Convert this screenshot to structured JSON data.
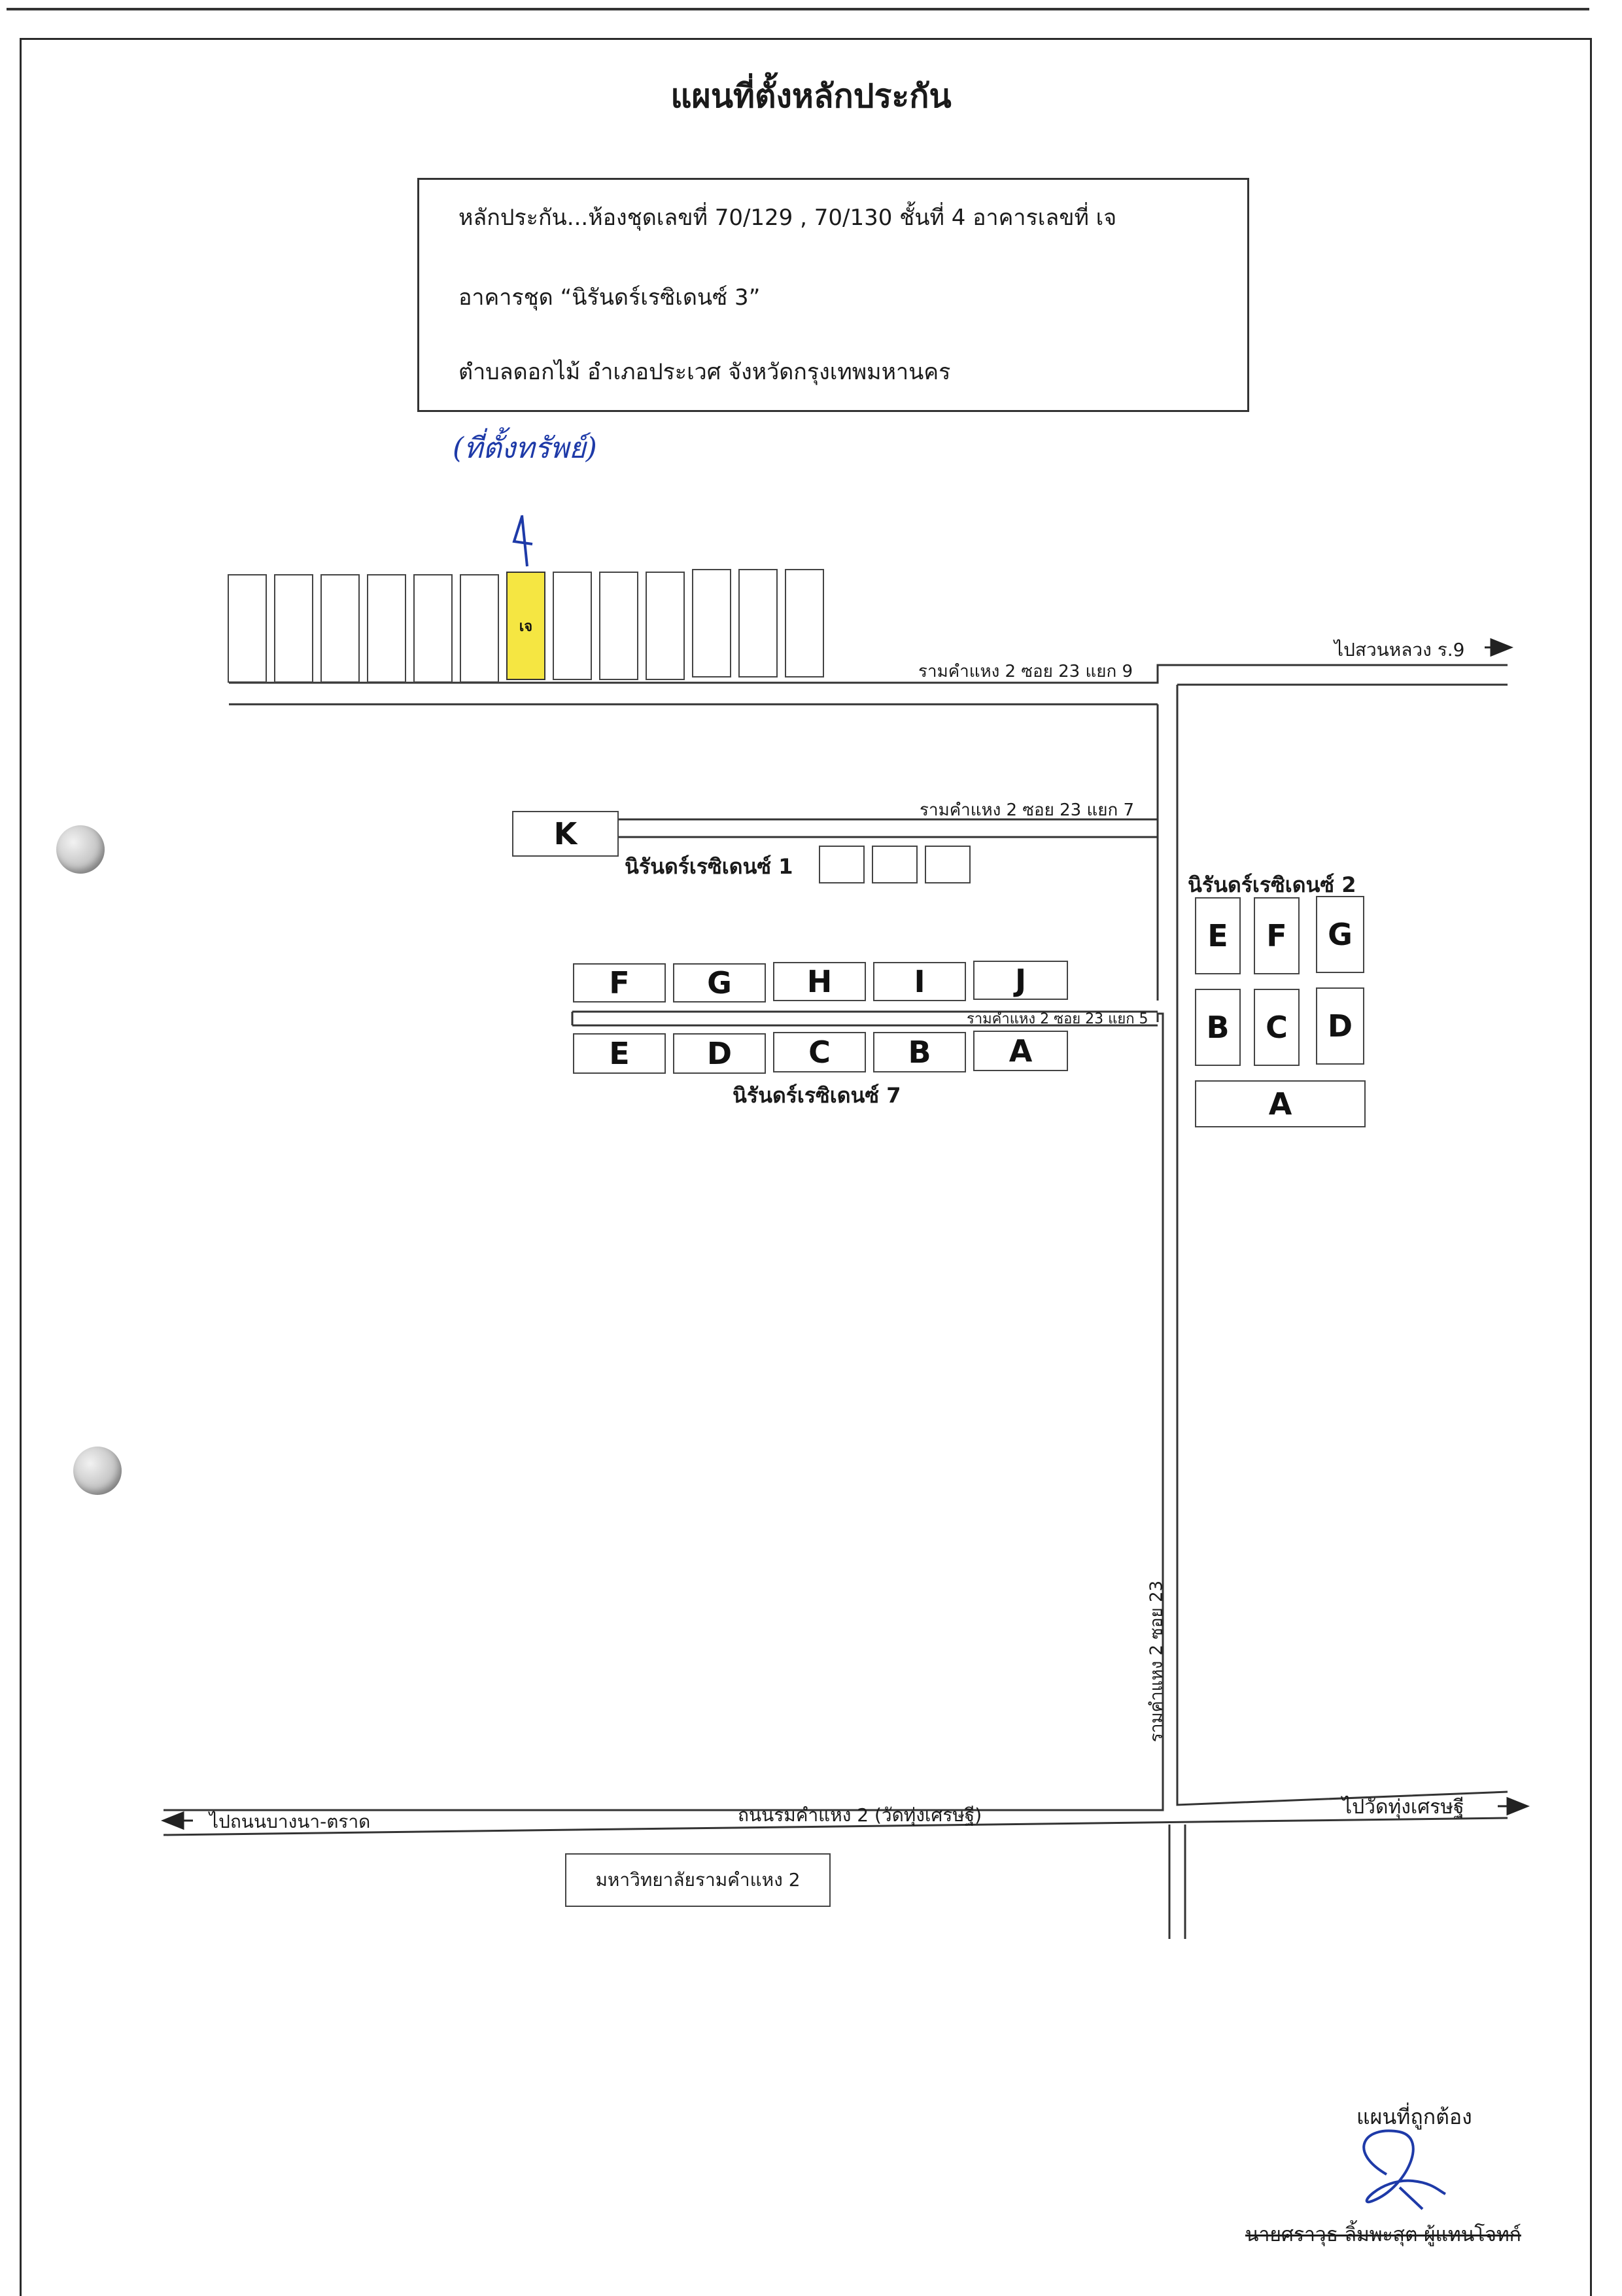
{
  "title": "แผนที่ตั้งหลักประกัน",
  "info": {
    "line1": "หลักประกัน...ห้องชุดเลขที่  70/129 , 70/130   ชั้นที่ 4  อาคารเลขที่ เจ",
    "line2": "อาคารชุด “นิรันดร์เรซิเดนซ์ 3”",
    "line3": "ตำบลดอกไม้    อำเภอประเวศ    จังหวัดกรุงเทพมหานคร"
  },
  "handwritten_note": "(ที่ตั้งทรัพย์)",
  "subject_building_label": "เจ",
  "roads": {
    "soi23_yaek9": "รามคำแหง 2 ซอย 23 แยก 9",
    "to_suan_luang": "ไปสวนหลวง ร.9",
    "soi23_yaek7": "รามคำแหง 2 ซอย 23 แยก 7",
    "soi23_yaek5": "รามคำแหง 2 ซอย 23 แยก 5",
    "soi23": "รามคำแหง 2 ซอย 23",
    "main_road": "ถนนรมคำแหง 2 (วัดทุ่งเศรษฐี)",
    "to_bangna": "ไปถนนบางนา-ตราด",
    "to_wat": "ไปวัดทุ่งเศรษฐี"
  },
  "complexes": {
    "nirun1": {
      "name": "นิรันดร์เรซิเดนซ์ 1",
      "k_label": "K"
    },
    "nirun2": {
      "name": "นิรันดร์เรซิเดนซ์ 2",
      "top": [
        "E",
        "F",
        "G"
      ],
      "mid": [
        "B",
        "C",
        "D"
      ],
      "bottom": "A"
    },
    "nirun7": {
      "name": "นิรันดร์เรซิเดนซ์ 7",
      "row1": [
        "F",
        "G",
        "H",
        "I",
        "J"
      ],
      "row2": [
        "E",
        "D",
        "C",
        "B",
        "A"
      ]
    }
  },
  "landmark": "มหาวิทยาลัยรามคำแหง 2",
  "certification": {
    "label": "แผนที่ถูกต้อง",
    "signer": "นายศราวุธ  ลิ้มพะสุต  ผู้แทนโจทก์"
  },
  "colors": {
    "highlight": "#f5e642",
    "ink_blue": "#1e3aa8"
  }
}
